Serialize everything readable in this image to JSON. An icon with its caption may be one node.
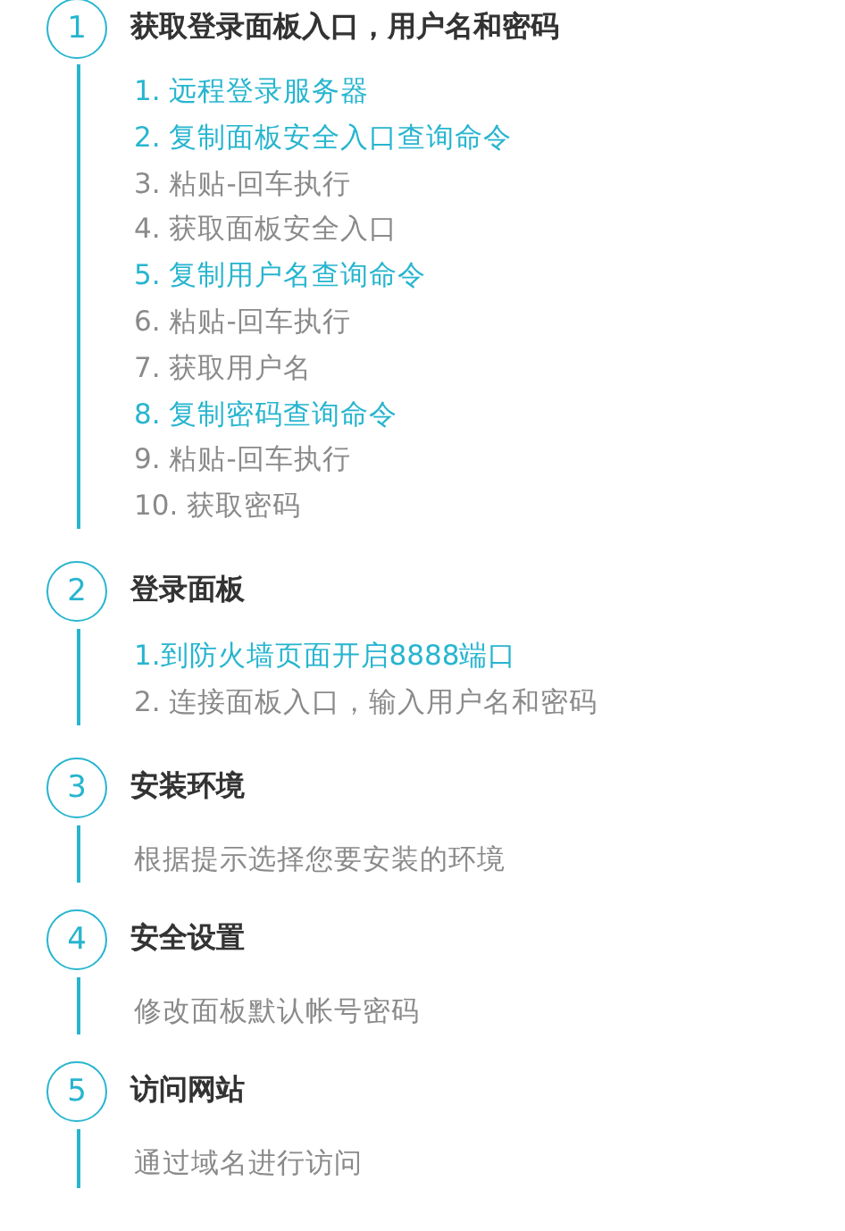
{
  "diagram": {
    "nodes": [
      {
        "text": [
          "1",
          "获取登录面板入口，用户名和密码"
        ],
        "beside": [
          "1. 远程登录服务器",
          "2. 复制面板安全入口查询命令",
          "3. 粘贴-回车执行",
          "4. 获取面板安全入口",
          "5. 复制用户名查询命令",
          "6. 粘贴-回车执行",
          "7. 获取用户名",
          "8. 复制密码查询命令",
          "9. 粘贴-回车执行",
          "10. 获取密码"
        ]
      },
      {
        "text": [
          "2",
          "登录面板"
        ],
        "beside": [
          "1.到防火墙页面开启8888端口",
          "2. 连接面板入口，输入用户名和密码"
        ]
      },
      {
        "text": [
          "3",
          "安装环境"
        ],
        "beside": [
          "根据提示选择您要安装的环境"
        ]
      },
      {
        "text": [
          "4",
          "安全设置"
        ],
        "beside": [
          "修改面板默认帐号密码"
        ]
      },
      {
        "text": [
          "5",
          "访问网站"
        ],
        "beside": [
          "通过域名进行访问"
        ]
      }
    ]
  }
}
